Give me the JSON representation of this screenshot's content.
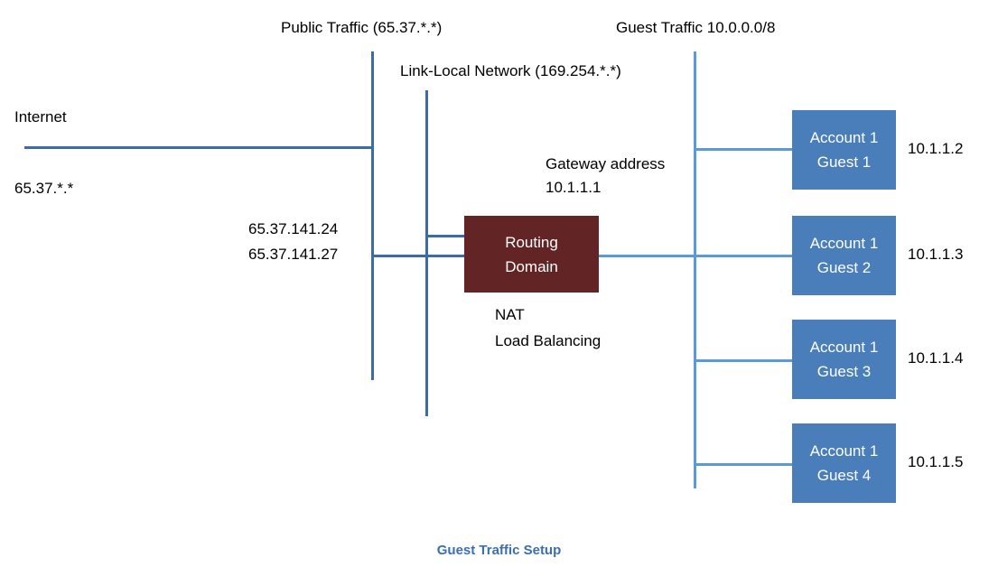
{
  "diagram": {
    "caption": "Guest Traffic Setup",
    "colors": {
      "line_dark": "#3c6ca5",
      "line_light": "#5b9bd5",
      "router_box": "#622424",
      "guest_box": "#4a7ebb",
      "caption_text": "#3a6fb0",
      "label_text": "#000000"
    },
    "labels": {
      "public_traffic": "Public Traffic (65.37.*.*)",
      "link_local": "Link-Local Network (169.254.*.*)",
      "guest_traffic": "Guest Traffic 10.0.0.0/8",
      "internet": "Internet",
      "internet_range": "65.37.*.*",
      "public_ip_1": "65.37.141.24",
      "public_ip_2": "65.37.141.27",
      "gateway_title": "Gateway address",
      "gateway_ip": "10.1.1.1",
      "nat": "NAT",
      "load_balancing": "Load Balancing"
    },
    "router": {
      "line1": "Routing",
      "line2": "Domain"
    },
    "guests": [
      {
        "line1": "Account 1",
        "line2": "Guest 1",
        "ip": "10.1.1.2"
      },
      {
        "line1": "Account 1",
        "line2": "Guest 2",
        "ip": "10.1.1.3"
      },
      {
        "line1": "Account 1",
        "line2": "Guest 3",
        "ip": "10.1.1.4"
      },
      {
        "line1": "Account 1",
        "line2": "Guest 4",
        "ip": "10.1.1.5"
      }
    ]
  }
}
